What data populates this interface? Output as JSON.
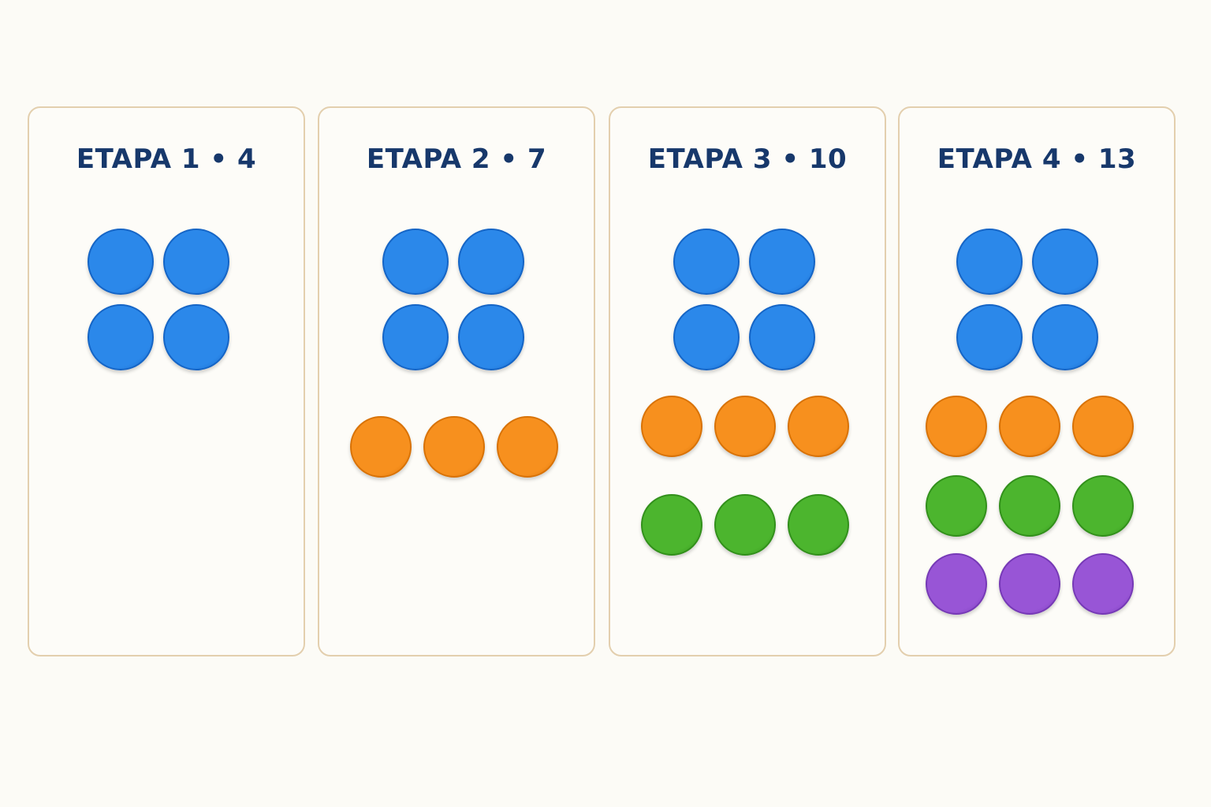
{
  "colors": {
    "blue": "#2b88ea",
    "blue_edge": "#1565c6",
    "orange": "#f7901e",
    "orange_edge": "#d87206",
    "green": "#4cb52e",
    "green_edge": "#32901b",
    "purple": "#9855d6",
    "purple_edge": "#7639b6",
    "title": "#17386b",
    "panel_border": "#e3cfae"
  },
  "stages": [
    {
      "title": "ETAPA 1 • 4",
      "rows": []
    },
    {
      "title": "ETAPA 2 • 7",
      "rows": [
        "orange"
      ]
    },
    {
      "title": "ETAPA 3 • 10",
      "rows": [
        "orange",
        "green"
      ]
    },
    {
      "title": "ETAPA 4 • 13",
      "rows": [
        "orange",
        "green",
        "purple"
      ]
    }
  ]
}
